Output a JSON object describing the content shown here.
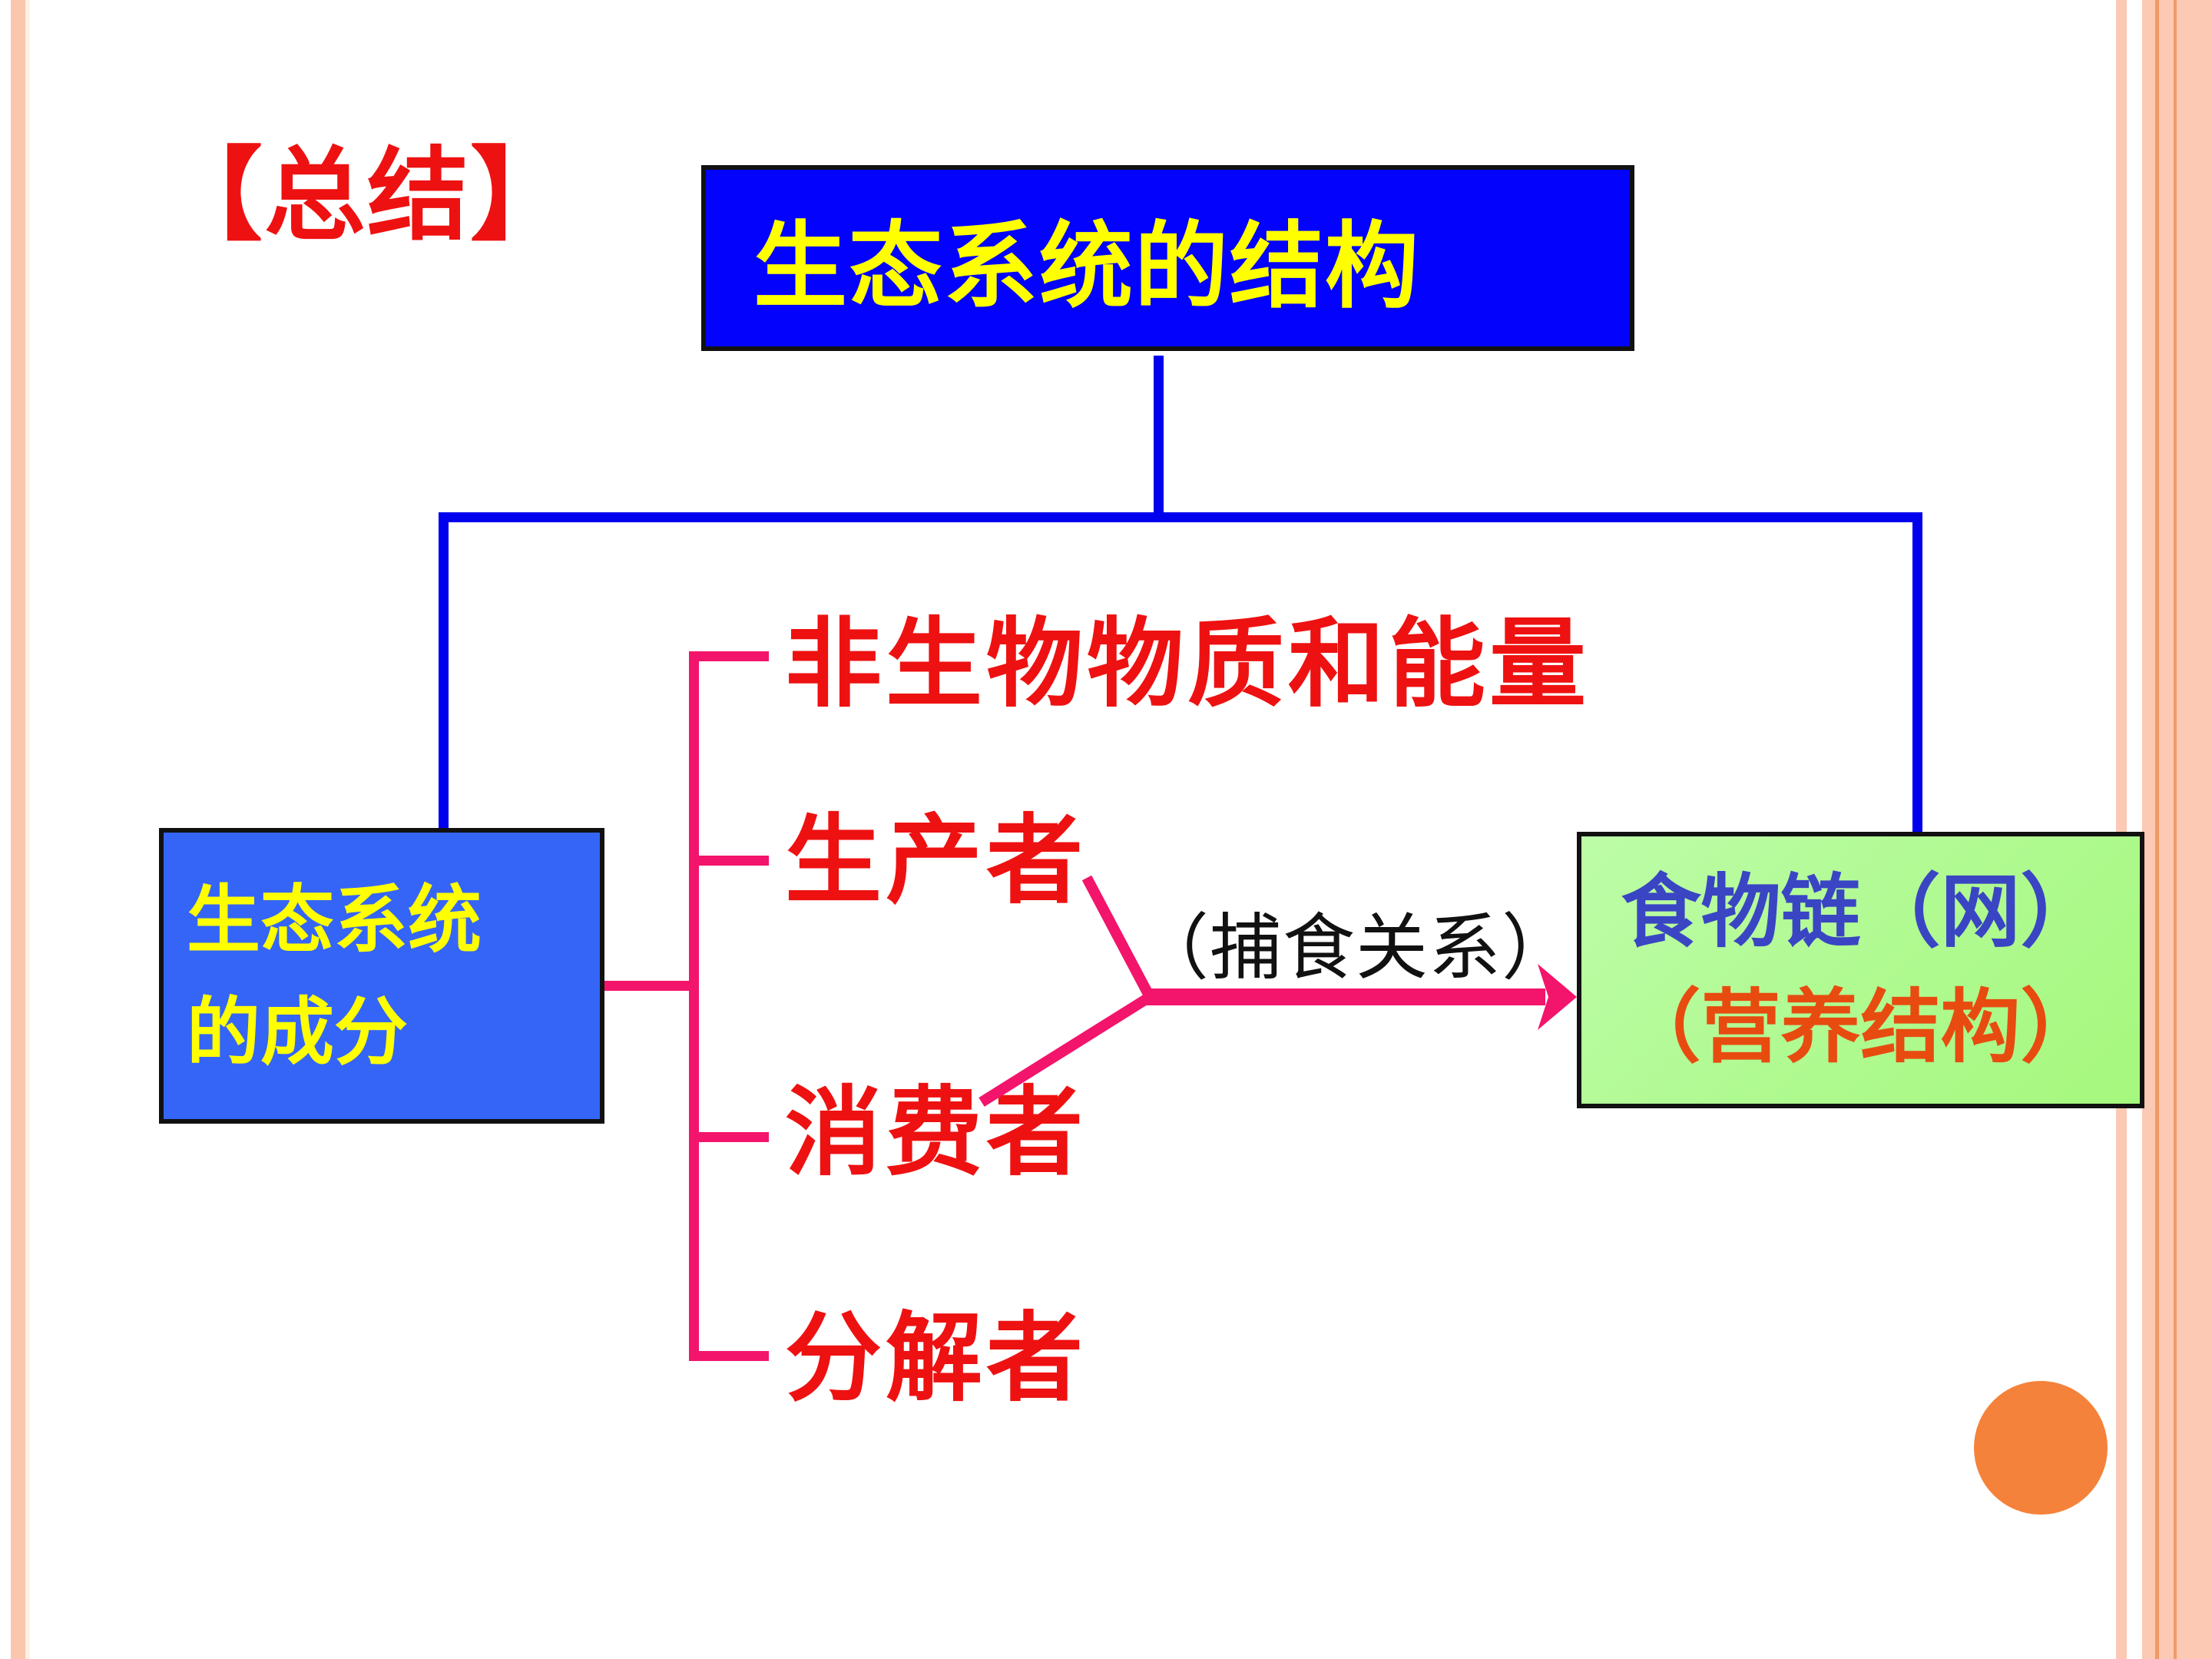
{
  "slide": {
    "background": "#ffffff",
    "heading": {
      "label": "【总结】",
      "color": "#ee1111"
    },
    "title_box": {
      "label": "生态系统的结构",
      "bg": "#0202fd",
      "text_color": "#ffff00",
      "border_color": "#111111"
    },
    "left_box": {
      "line1": "生态系统",
      "line2": "的成分",
      "bg": "#3565f6",
      "text_color": "#ffff00",
      "border_color": "#111111"
    },
    "bracket": {
      "color": "#f3146b",
      "text_color": "#ee1111",
      "items": [
        {
          "label": "非生物物质和能量"
        },
        {
          "label": "生产者"
        },
        {
          "label": "消费者"
        },
        {
          "label": "分解者"
        }
      ]
    },
    "arrow": {
      "label": "（捕食关系）",
      "label_color": "#111111",
      "color": "#f3146b",
      "from": [
        "生产者",
        "消费者"
      ],
      "to": "食物链（网）"
    },
    "green_box": {
      "line1": "食物链（网）",
      "line2": "（营养结构）",
      "bg": "#abf98a",
      "line1_color": "#3a45c4",
      "line2_color": "#e84b10",
      "border_color": "#111111"
    },
    "connectors": {
      "color": "#0000ee"
    },
    "decor": {
      "side_stripe_color": "#fbc9b4",
      "side_stripe_accent_color": "#f09a64",
      "circle_color": "#f5823a"
    }
  }
}
